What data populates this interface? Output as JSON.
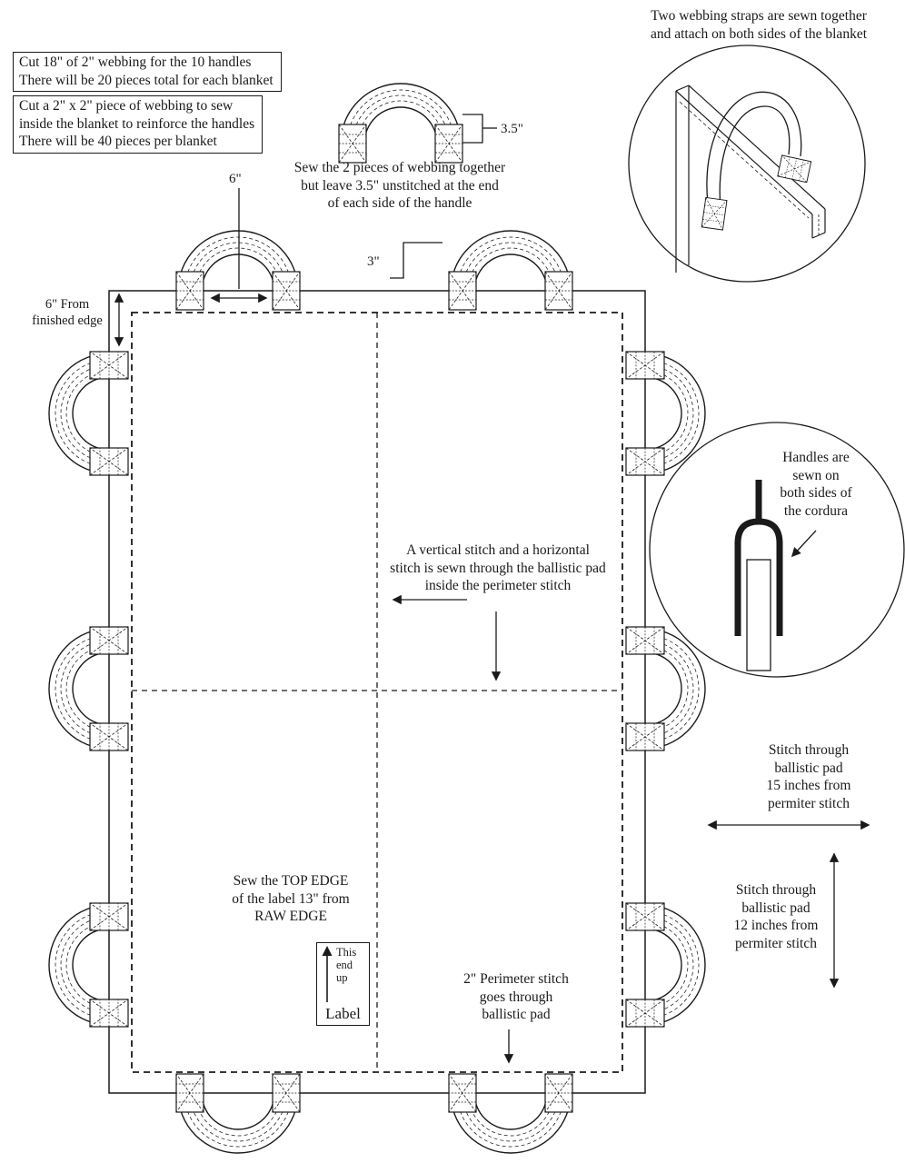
{
  "title": "Ballistic blanket handle sewing diagram",
  "notes": {
    "cut_handles": "Cut 18\" of 2\" webbing for the 10 handles\nThere will be 20 pieces total for each blanket",
    "cut_reinforce": "Cut a 2\" x 2\" piece of webbing to sew\ninside the blanket to reinforce the handles\nThere will be 40 pieces per blanket",
    "straps_caption": "Two webbing straps are sewn together\nand attach on both sides of the blanket",
    "sew_webbing": "Sew the 2 pieces of webbing together\nbut leave 3.5\" unstitched at the end\nof each side of the handle",
    "from_finished_edge": "6\" From\nfinished edge",
    "center_stitch": "A vertical stitch and a horizontal\nstitch is sewn through the ballistic pad\ninside the perimeter stitch",
    "label_position": "Sew the TOP EDGE\nof the label 13\" from\nRAW EDGE",
    "perimeter": "2\" Perimeter stitch\ngoes through\nballistic pad",
    "handles_cordura": "Handles are\nsewn on\nboth sides of\nthe cordura",
    "stitch_15": "Stitch through\nballistic pad\n15 inches from\npermiter stitch",
    "stitch_12": "Stitch through\nballistic pad\n12 inches from\npermiter stitch"
  },
  "dimensions": {
    "unstitched": "3.5\"",
    "handle_gap": "6\"",
    "handle_offset": "3\""
  },
  "label_box": {
    "orientation": "This\nend\nup",
    "name": "Label"
  },
  "colors": {
    "ink": "#1a1a1a",
    "background": "#ffffff"
  }
}
